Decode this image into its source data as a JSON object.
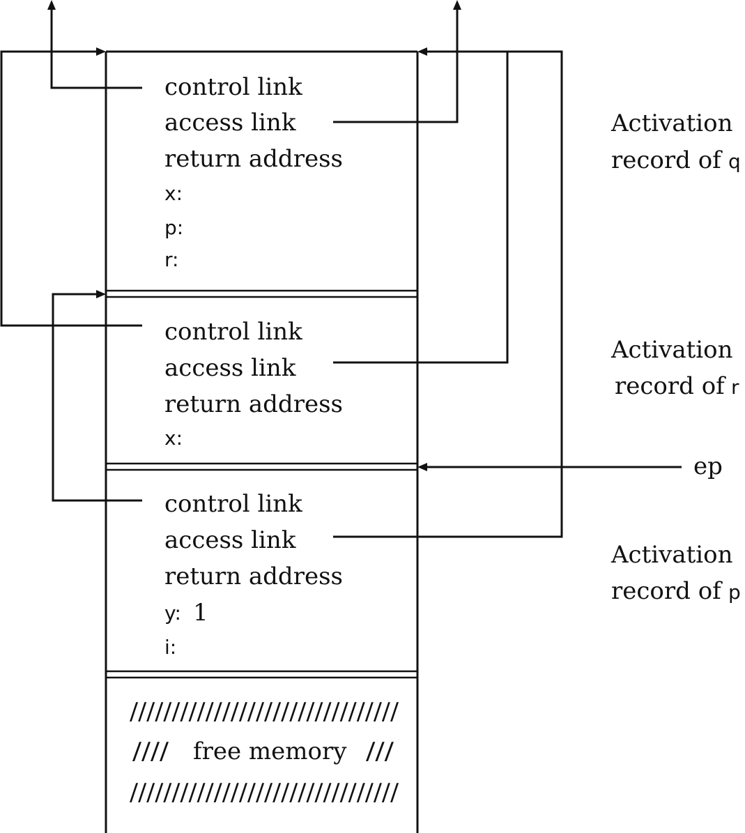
{
  "records": [
    {
      "id": "q",
      "caption_line1": "Activation",
      "caption_line2_prefix": "record of",
      "caption_name": "q",
      "fields": [
        {
          "label": "control link",
          "style": "serif"
        },
        {
          "label": "access link",
          "style": "serif"
        },
        {
          "label": "return address",
          "style": "serif"
        },
        {
          "label": "x:",
          "style": "sans"
        },
        {
          "label": "p:",
          "style": "sans"
        },
        {
          "label": "r:",
          "style": "sans"
        }
      ]
    },
    {
      "id": "r",
      "caption_line1": "Activation",
      "caption_line2_prefix": "record of",
      "caption_name": "r",
      "fields": [
        {
          "label": "control link",
          "style": "serif"
        },
        {
          "label": "access link",
          "style": "serif"
        },
        {
          "label": "return address",
          "style": "serif"
        },
        {
          "label": "x:",
          "style": "sans"
        }
      ]
    },
    {
      "id": "p",
      "caption_line1": "Activation",
      "caption_line2_prefix": "record of",
      "caption_name": "p",
      "fields": [
        {
          "label": "control link",
          "style": "serif"
        },
        {
          "label": "access link",
          "style": "serif"
        },
        {
          "label": "return address",
          "style": "serif"
        },
        {
          "label": "y:",
          "style": "sans",
          "value": "1"
        },
        {
          "label": "i:",
          "style": "sans"
        }
      ]
    }
  ],
  "free_memory": {
    "line1": "////////////////////////////////",
    "line2_left": "////",
    "line2_text": "free memory",
    "line2_right": "///",
    "line3": "////////////////////////////////"
  },
  "pointer_label": "ep"
}
